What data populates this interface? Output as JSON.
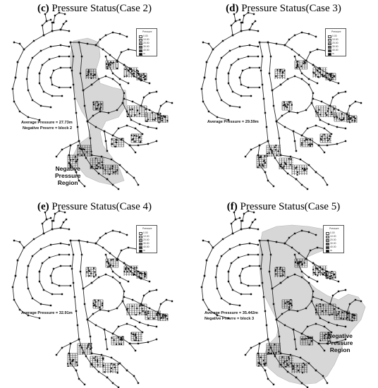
{
  "colors": {
    "pipe": "#2a2a2a",
    "node": "#111111",
    "shade": "#c9c9c9"
  },
  "legend": {
    "title": "Pressure",
    "rows": [
      {
        "label": "0.00",
        "color": "#f2f2f2"
      },
      {
        "label": "10.00",
        "color": "#cccccc"
      },
      {
        "label": "20.00",
        "color": "#9a9a9a"
      },
      {
        "label": "30.00",
        "color": "#666666"
      },
      {
        "label": "40.00",
        "color": "#333333"
      },
      {
        "label": "m",
        "color": "#000000"
      }
    ]
  },
  "panels": [
    {
      "label": "(c)",
      "title": "Pressure Status(Case 2)",
      "avg": "Average Pressure = 27.73m",
      "neg": "Negative Presrre = block 2",
      "region": [
        "Negative",
        "Pressure",
        "Region"
      ],
      "shade": "c"
    },
    {
      "label": "(d)",
      "title": "Pressure Status(Case 3)",
      "avg": "Average Pressure = 29.59m",
      "neg": "",
      "region": [],
      "shade": ""
    },
    {
      "label": "(e)",
      "title": "Pressure Status(Case 4)",
      "avg": "Average Pressure = 32.91m",
      "neg": "",
      "region": [],
      "shade": ""
    },
    {
      "label": "(f)",
      "title": "Pressure Status(Case 5)",
      "avg": "Average Pressure = 35.442m",
      "neg": "Negative Presrre = block 3",
      "region": [
        "Negative",
        "Pressure",
        "Region"
      ],
      "shade": "f"
    }
  ]
}
